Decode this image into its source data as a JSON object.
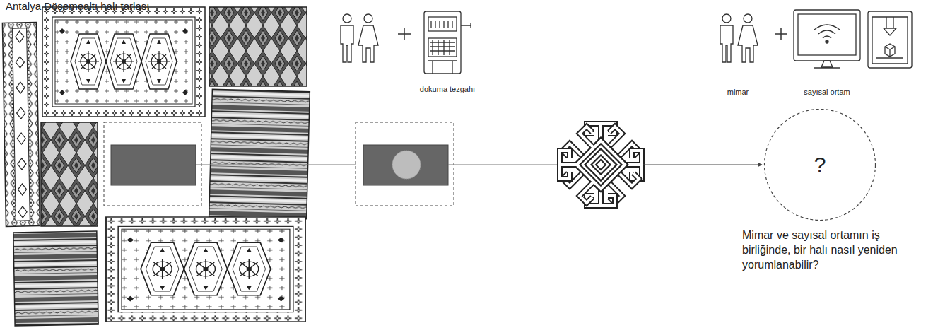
{
  "diagram": {
    "nodes": [
      {
        "text": [
          "?",
          "Mimar ve sayısal ortamın iş birliğinde, bir halı nasıl yeniden yorumlanabilir?"
        ]
      }
    ],
    "labels": [
      "Antalya Döşemealtı halı tarlası",
      "dokuma tezgahı",
      "mimar",
      "sayısal ortam"
    ]
  }
}
